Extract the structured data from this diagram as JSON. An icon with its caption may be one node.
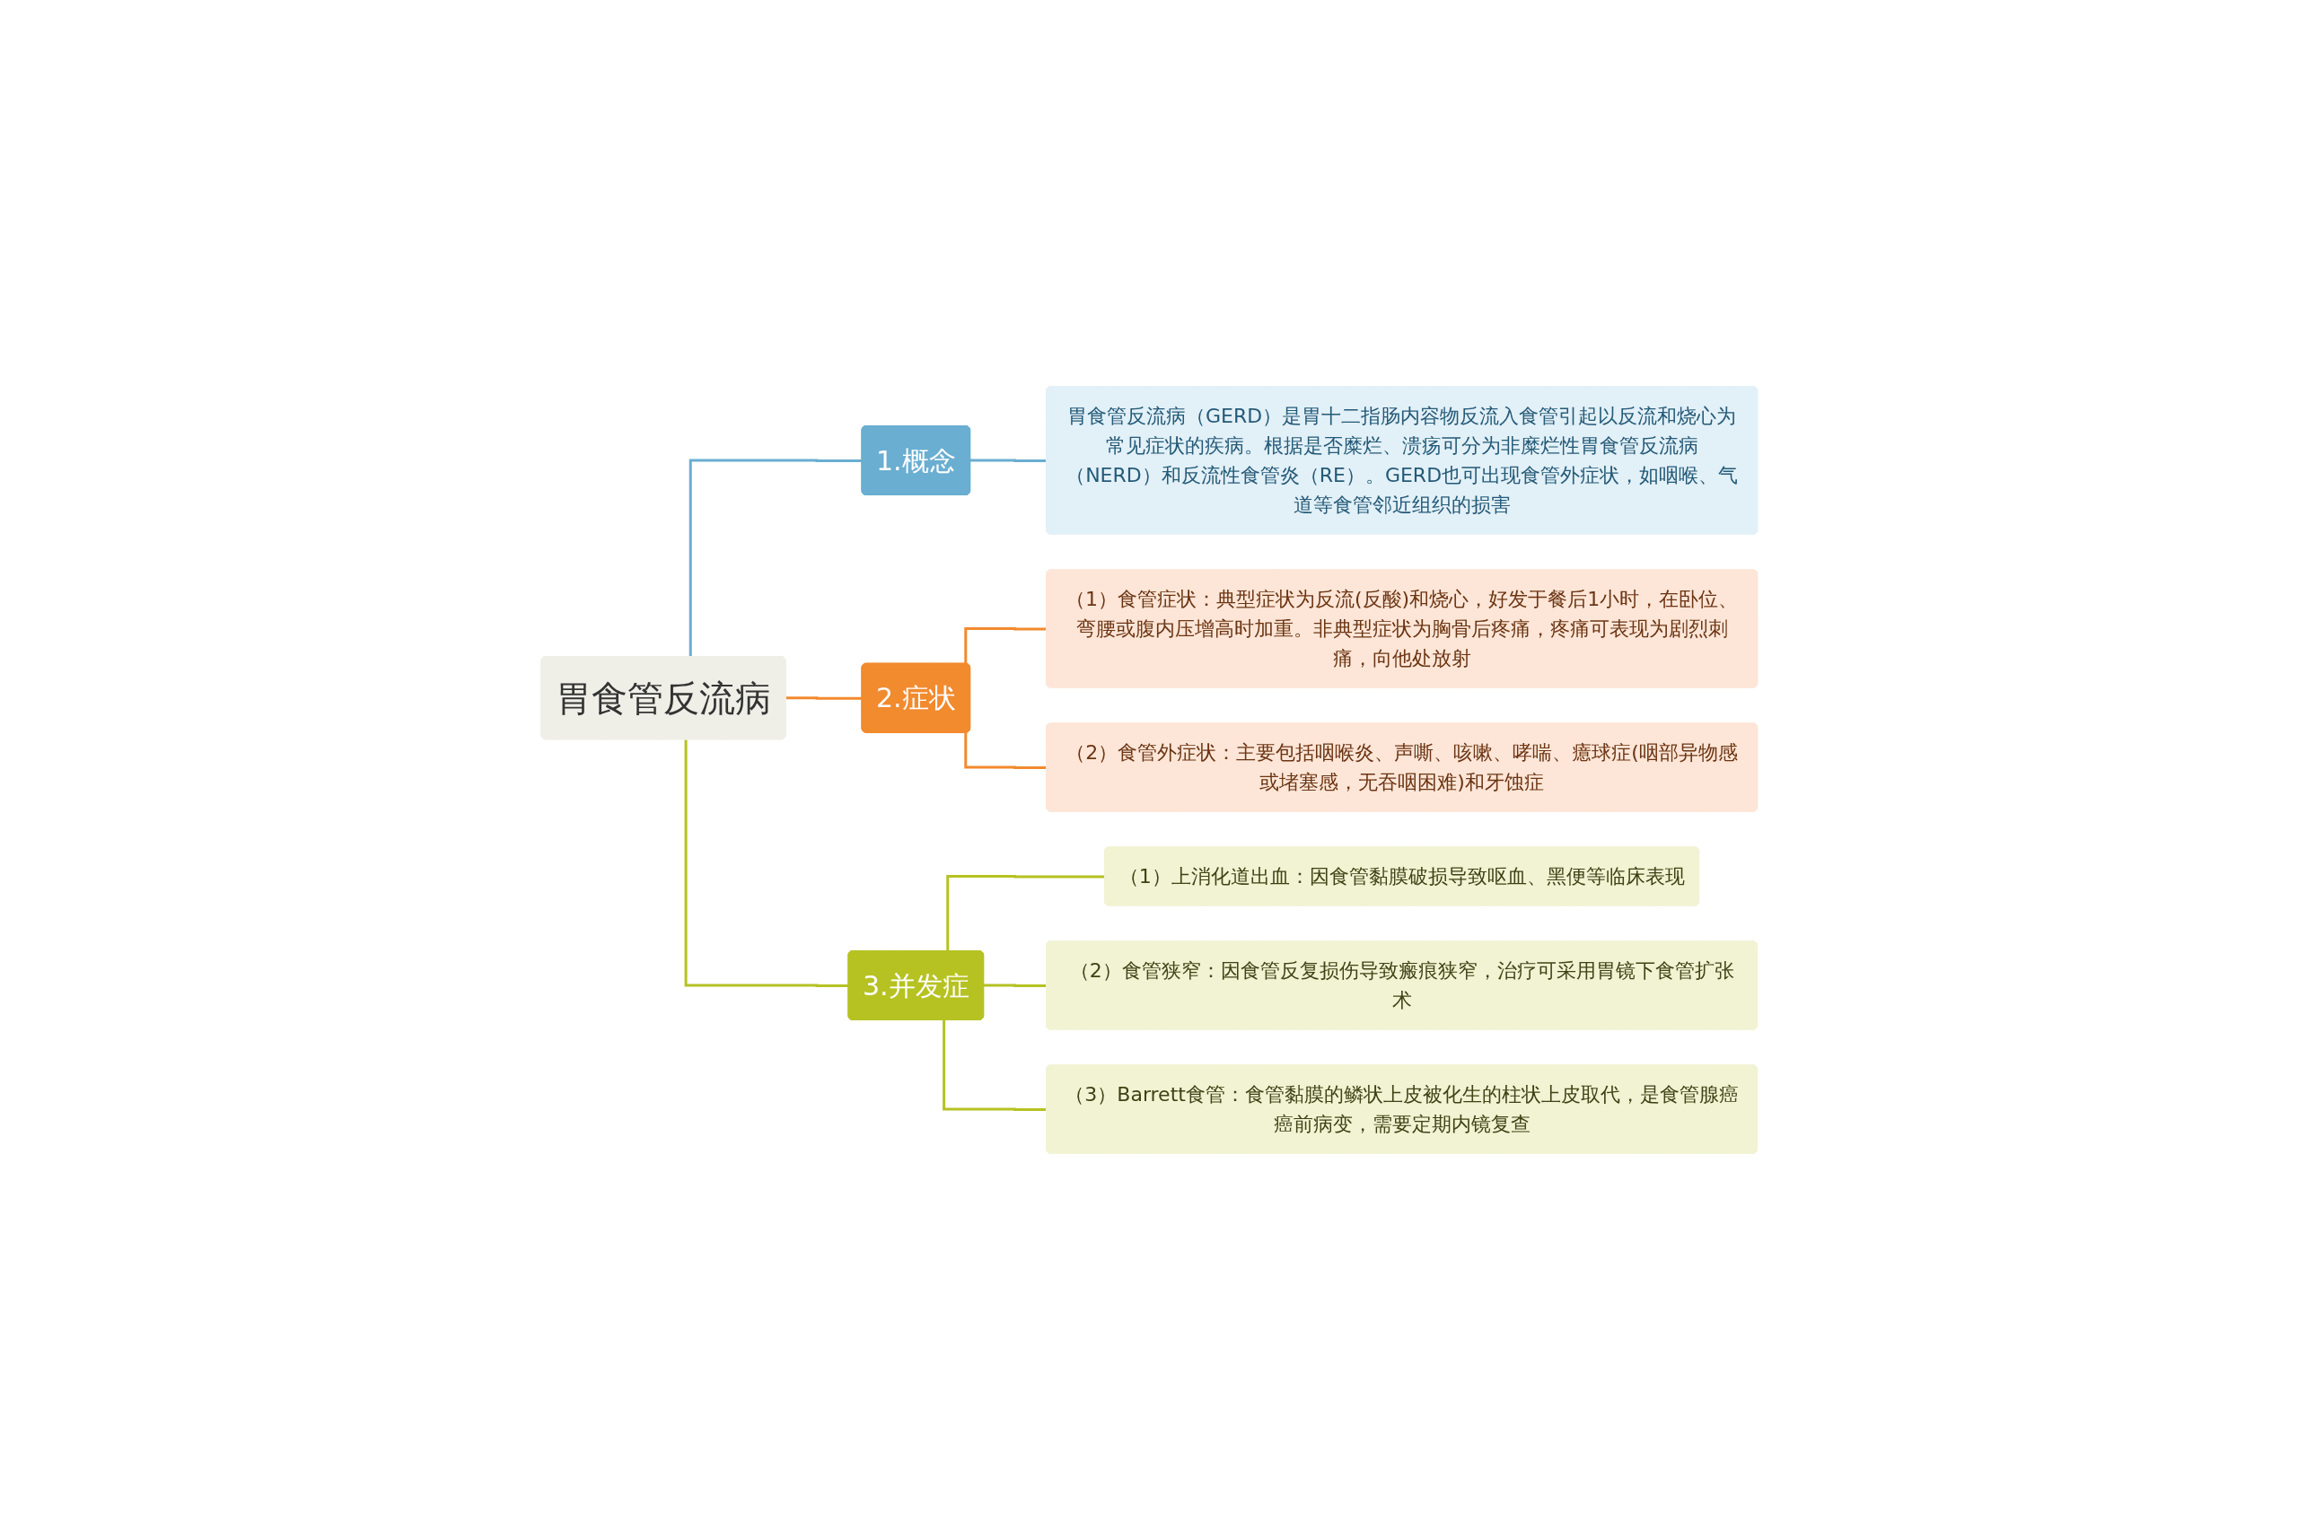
{
  "diagram": {
    "nodes": [
      {
        "text": [
          "胃食管反流病"
        ]
      },
      {
        "text": [
          "1.概念"
        ]
      },
      {
        "text": [
          "胃食管反流病（GERD）是胃十二指肠内容物反流入食管引起以反流和烧心为常见症状的疾病。根据是否糜烂、溃疡可分为非糜烂性胃食管反流病（NERD）和反流性食管炎（RE）。GERD也可出现食管外症状，如咽喉、气道等食管邻近组织的损害"
        ]
      },
      {
        "text": [
          "2.症状"
        ]
      },
      {
        "text": [
          "（1）食管症状：典型症状为反流(反酸)和烧心，好发于餐后1小时，在卧位、弯腰或腹内压增高时加重。非典型症状为胸骨后疼痛，疼痛可表现为剧烈刺痛，向他处放射"
        ]
      },
      {
        "text": [
          "（2）食管外症状：主要包括咽喉炎、声嘶、咳嗽、哮喘、癔球症(咽部异物感或堵塞感，无吞咽困难)和牙蚀症"
        ]
      },
      {
        "text": [
          "3.并发症"
        ]
      },
      {
        "text": [
          "（1）上消化道出血：因食管黏膜破损导致呕血、黑便等临床表现"
        ]
      },
      {
        "text": [
          "（2）食管狭窄：因食管反复损伤导致瘢痕狭窄，治疗可采用胃镜下食管扩张术"
        ]
      },
      {
        "text": [
          "（3）Barrett食管：食管黏膜的鳞状上皮被化生的柱状上皮取代，是食管腺癌癌前病变，需要定期内镜复查"
        ]
      }
    ],
    "edges": [
      {
        "from": 0,
        "to": 1,
        "arrow": "none",
        "color": "#6aaed1"
      },
      {
        "from": 0,
        "to": 3,
        "arrow": "none",
        "color": "#f28a2e"
      },
      {
        "from": 0,
        "to": 6,
        "arrow": "none",
        "color": "#b6c221"
      },
      {
        "from": 1,
        "to": 2,
        "arrow": "none",
        "color": "#6aaed1"
      },
      {
        "from": 3,
        "to": 4,
        "arrow": "none",
        "color": "#f28a2e"
      },
      {
        "from": 3,
        "to": 5,
        "arrow": "none",
        "color": "#f28a2e"
      },
      {
        "from": 6,
        "to": 7,
        "arrow": "none",
        "color": "#b6c221"
      },
      {
        "from": 6,
        "to": 8,
        "arrow": "none",
        "color": "#b6c221"
      },
      {
        "from": 6,
        "to": 9,
        "arrow": "none",
        "color": "#b6c221"
      }
    ]
  }
}
